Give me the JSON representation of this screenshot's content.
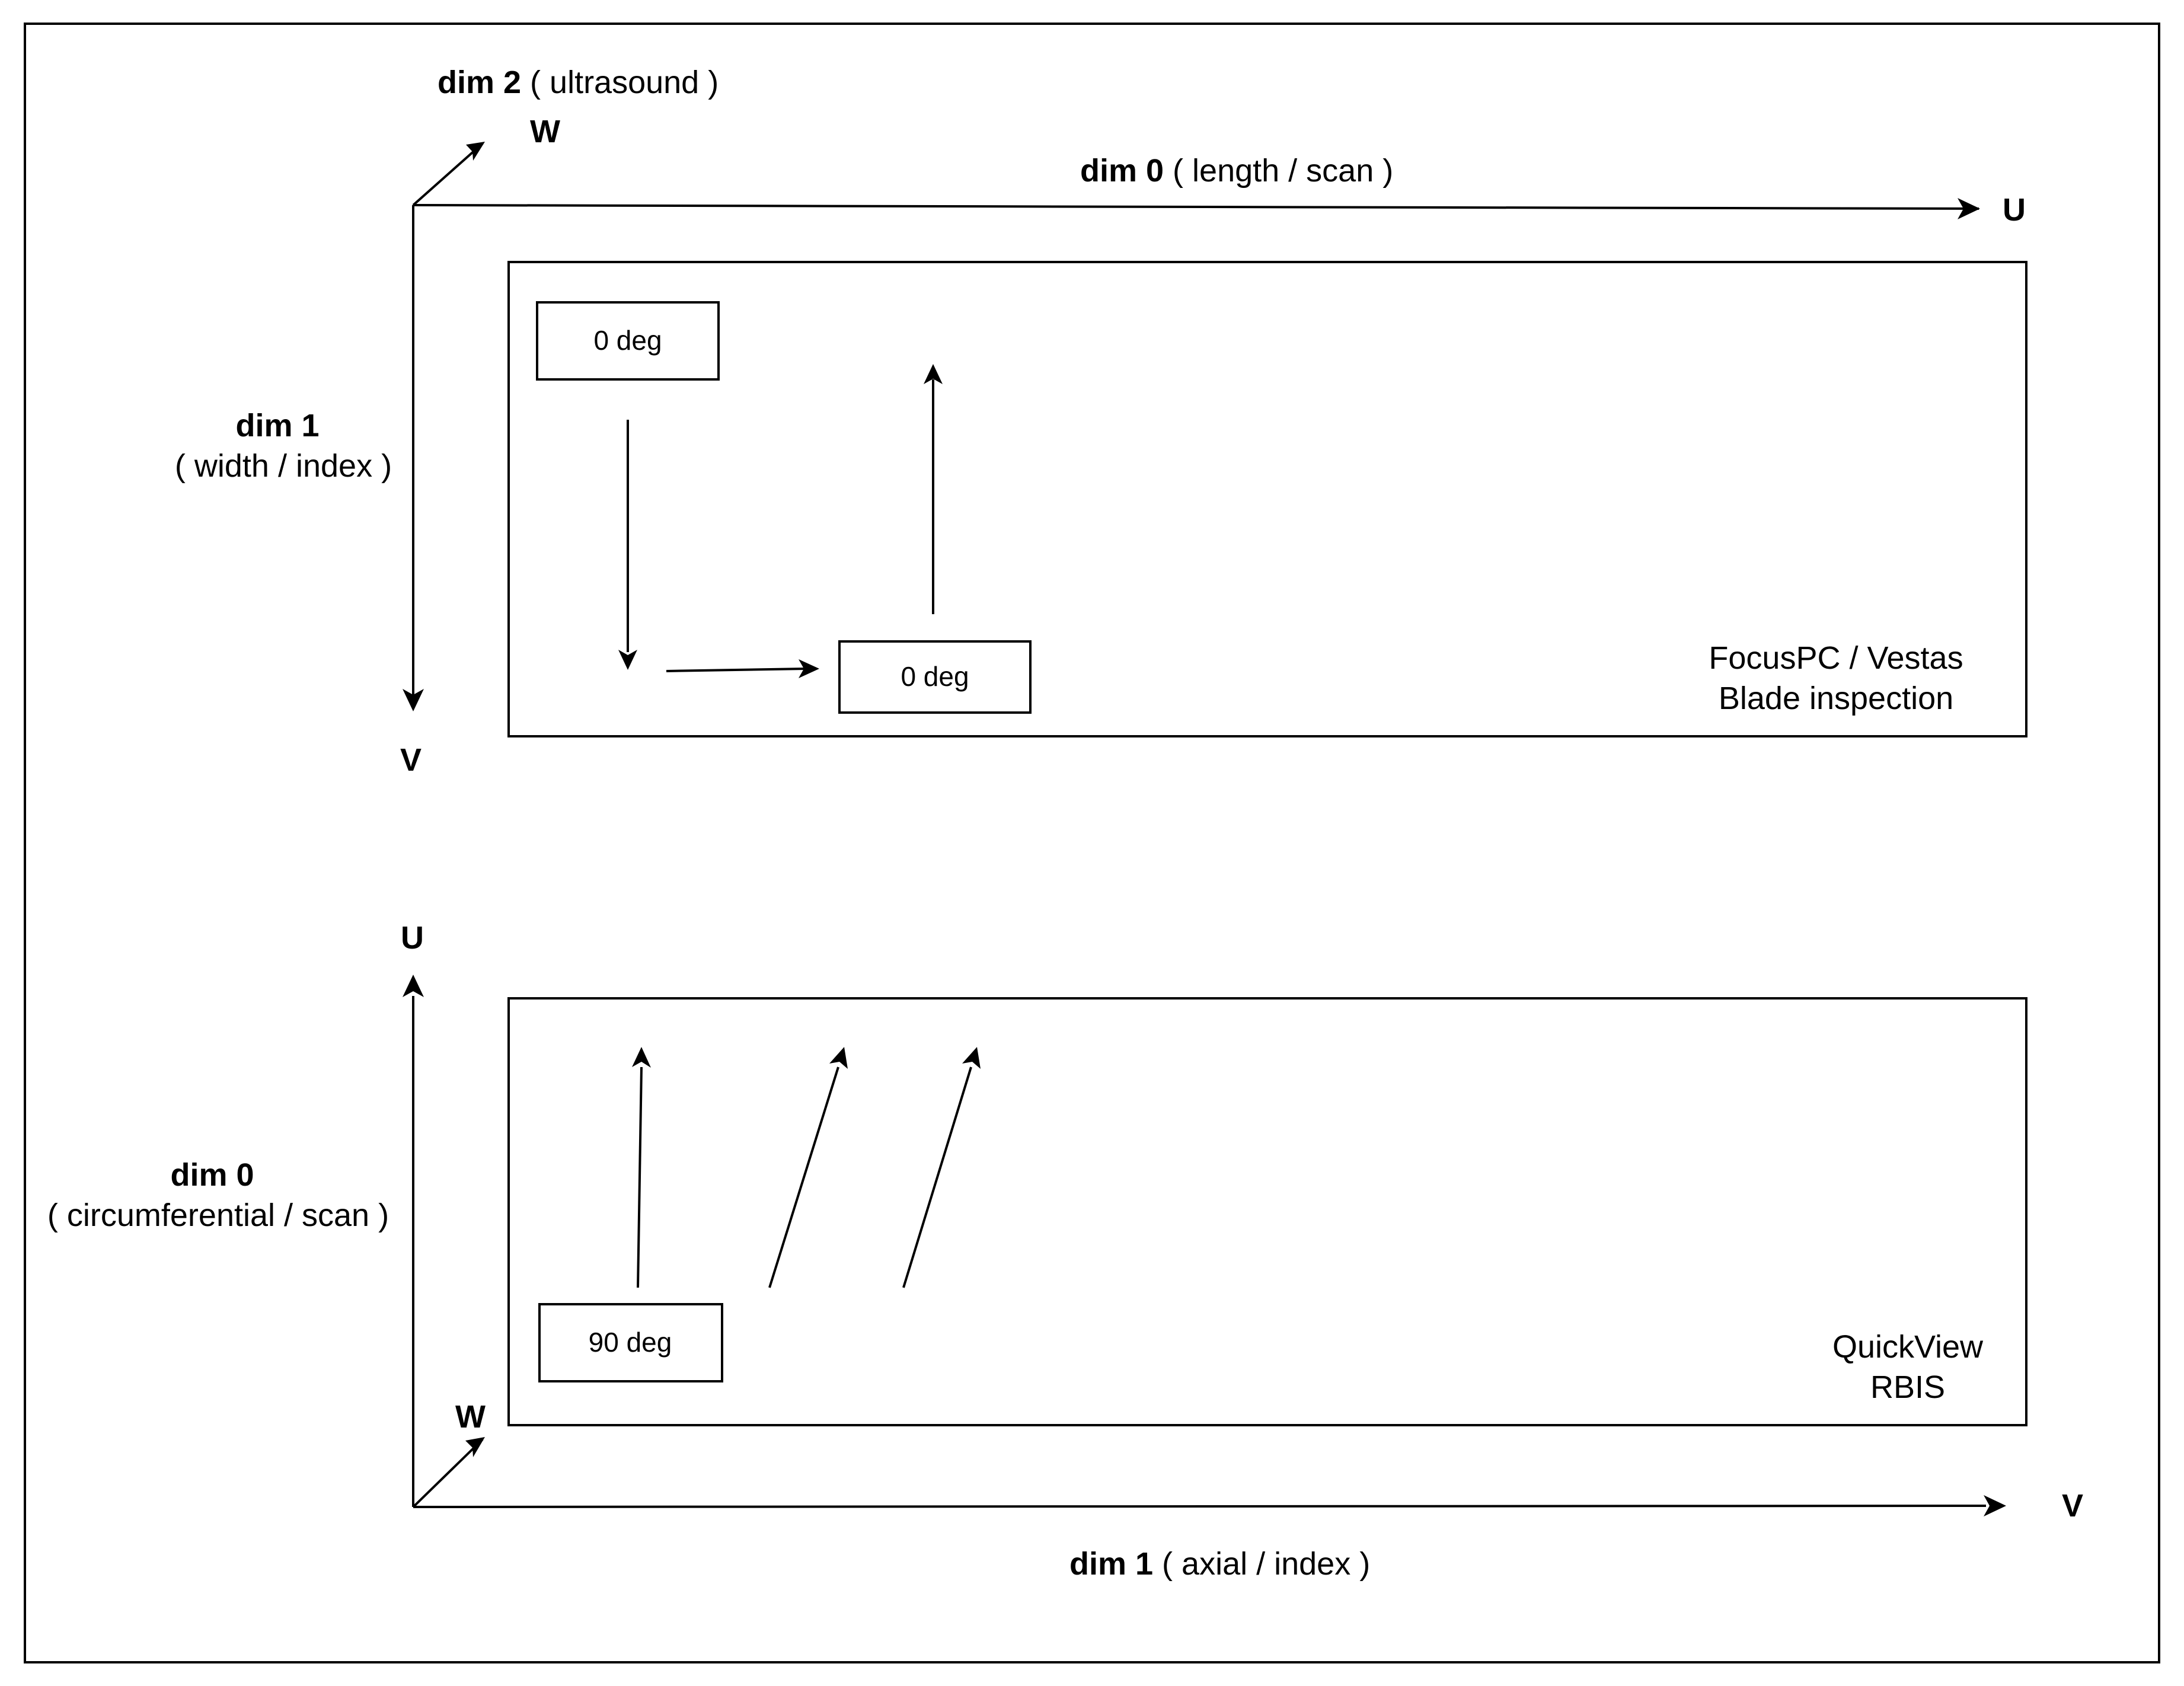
{
  "top_panel": {
    "axis_dim2": {
      "bold": "dim 2",
      "rest": " ( ultrasound )",
      "letter": "W"
    },
    "axis_dim0": {
      "bold": "dim 0",
      "rest": " ( length / scan )",
      "letter": "U"
    },
    "axis_dim1": {
      "bold": "dim 1",
      "rest": "( width / index )",
      "letter": "V"
    },
    "box_a": "0 deg",
    "box_b": "0 deg",
    "caption_line1": "FocusPC / Vestas",
    "caption_line2": "Blade inspection"
  },
  "bottom_panel": {
    "axis_vertical": {
      "bold": "dim 0",
      "rest": "( circumferential / scan )",
      "letter": "U"
    },
    "axis_depth": {
      "letter": "W"
    },
    "axis_horizontal": {
      "bold": "dim 1",
      "rest": " ( axial / index )",
      "letter": "V"
    },
    "box": "90 deg",
    "caption_line1": "QuickView",
    "caption_line2": "RBIS"
  },
  "colors": {
    "stroke": "#000000",
    "background": "#ffffff"
  }
}
